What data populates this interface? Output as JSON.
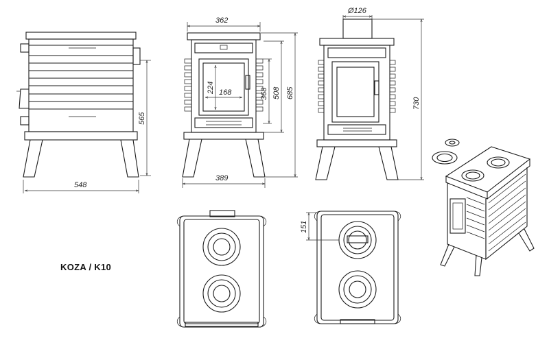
{
  "title": "KOZA / K10",
  "dimensions": {
    "side_width": "548",
    "side_height": "565",
    "front_top_width": "362",
    "front_leg_width": "389",
    "door_height": "224",
    "door_width": "168",
    "door_frame_height": "368",
    "body_height": "508",
    "total_height_front": "685",
    "flue_diameter": "Ø126",
    "total_height_back": "730",
    "flue_offset": "151"
  },
  "colors": {
    "line": "#1a1a1a",
    "background": "#ffffff"
  }
}
